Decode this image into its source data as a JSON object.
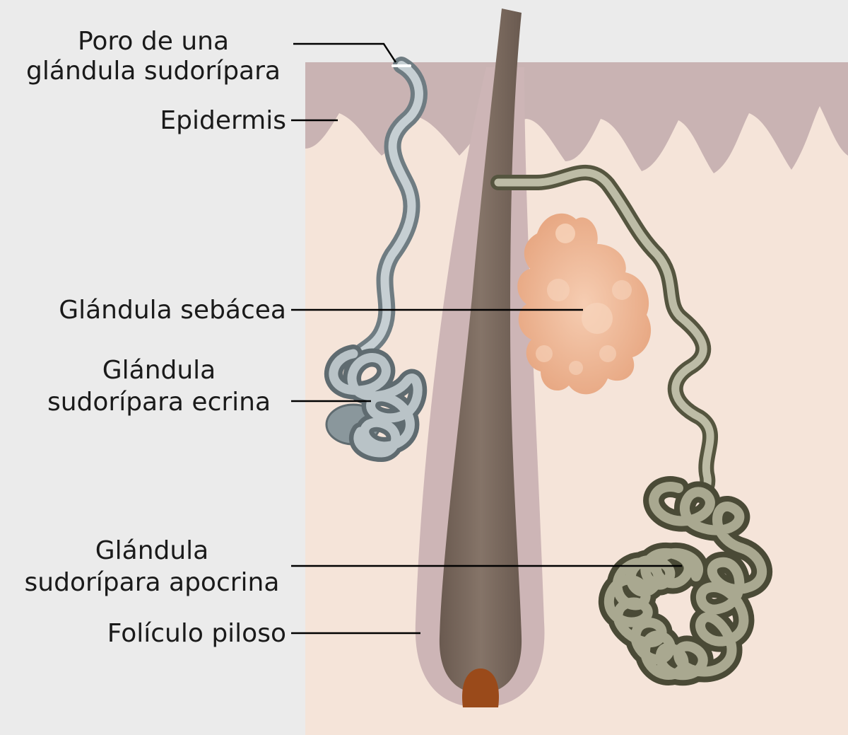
{
  "labels": {
    "pore_line1": "Poro de una",
    "pore_line2": "glándula sudorípara",
    "epidermis": "Epidermis",
    "sebaceous": "Glándula sebácea",
    "eccrine_line1": "Glándula",
    "eccrine_line2": "sudorípara ecrina",
    "apocrine_line1": "Glándula",
    "apocrine_line2": "sudorípara apocrina",
    "follicle": "Folículo piloso"
  },
  "colors": {
    "background": "#ebebeb",
    "dermis": "#f5e4d9",
    "epidermis": "#c9b3b3",
    "follicle_sheath": "#cdb5b6",
    "hair_shaft": "#7a6a5f",
    "hair_bulb": "#9a4a1a",
    "eccrine_gland": "#8a979c",
    "eccrine_highlight": "#dfe5e7",
    "apocrine_gland": "#6e6e5a",
    "apocrine_highlight": "#d4d3c0",
    "sebaceous_gland": "#eab08c",
    "sebaceous_highlight": "#f7d4bc"
  }
}
